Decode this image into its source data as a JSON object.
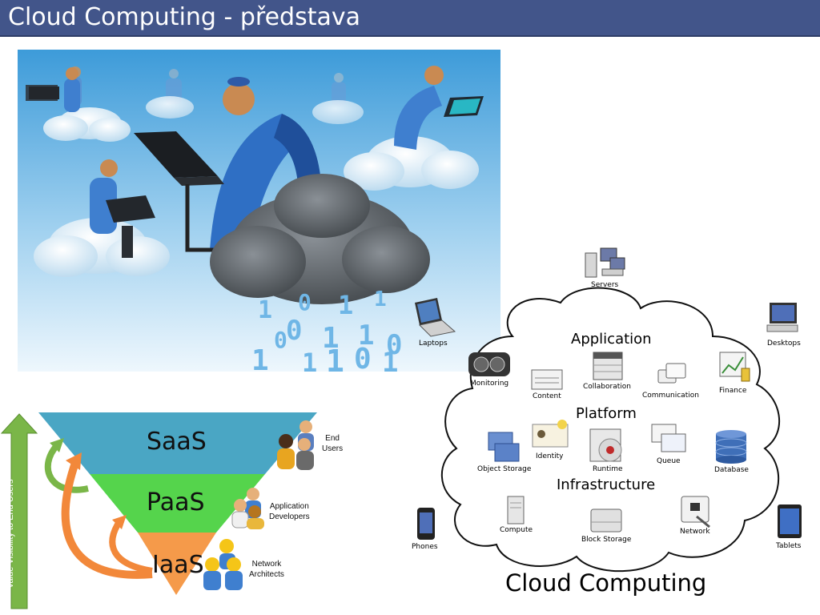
{
  "slide": {
    "title": "Cloud Computing - představa"
  },
  "cloud_diagram": {
    "title": "Cloud Computing",
    "sections": {
      "application": "Application",
      "platform": "Platform",
      "infrastructure": "Infrastructure"
    },
    "devices": {
      "servers": "Servers",
      "laptops": "Laptops",
      "desktops": "Desktops",
      "phones": "Phones",
      "tablets": "Tablets"
    },
    "application_items": {
      "monitoring": "Monitoring",
      "content": "Content",
      "collaboration": "Collaboration",
      "communication": "Communication",
      "finance": "Finance"
    },
    "platform_items": {
      "object_storage": "Object Storage",
      "identity": "Identity",
      "runtime": "Runtime",
      "queue": "Queue",
      "database": "Database"
    },
    "infrastructure_items": {
      "compute": "Compute",
      "block_storage": "Block Storage",
      "network": "Network"
    }
  },
  "service_pyramid": {
    "axis_label": "Value Visibility to End Users",
    "layers": {
      "saas": "SaaS",
      "paas": "PaaS",
      "iaas": "IaaS"
    },
    "roles": {
      "end_users": [
        "End",
        "Users"
      ],
      "app_developers": [
        "Application",
        "Developers"
      ],
      "network_architects": [
        "Network",
        "Architects"
      ]
    },
    "colors": {
      "saas": "#4aa6c4",
      "paas": "#55d44c",
      "iaas": "#f59a4a",
      "arrow_green": "#7ab648",
      "arrow_orange": "#f2883a",
      "title_bar": "#42558a"
    }
  },
  "illustration": {
    "binary_digits": [
      "1",
      "0",
      "1",
      "1",
      "0",
      "1",
      "1",
      "0",
      "1",
      "1",
      "0",
      "1",
      "1",
      "0"
    ]
  }
}
